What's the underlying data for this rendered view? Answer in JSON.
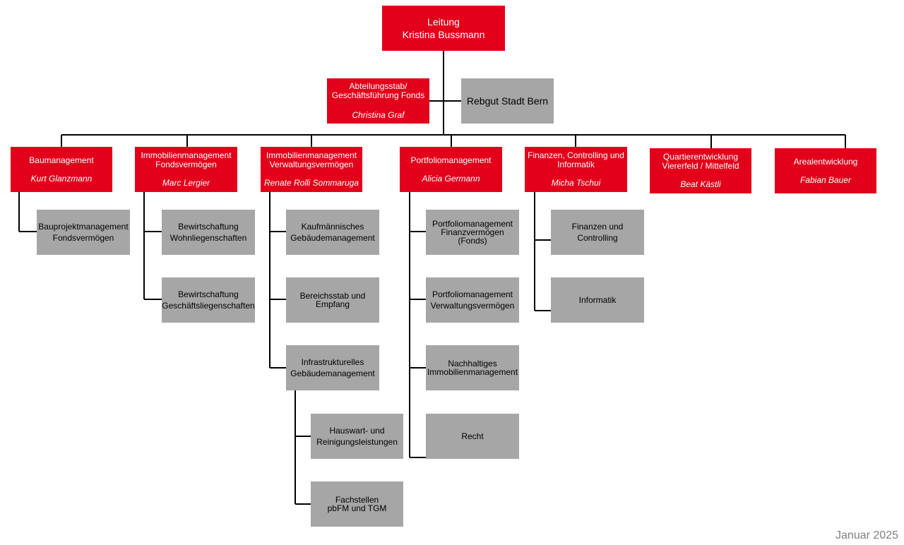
{
  "head": {
    "title": "Leitung",
    "name": "Kristina Bussmann"
  },
  "staff": {
    "title_line1": "Abteilungsstab/",
    "title_line2": "Geschäftsführung Fonds",
    "name": "Christina Graf"
  },
  "side_unit": {
    "title": "Rebgut Stadt Bern"
  },
  "departments": [
    {
      "title": "Baumanagement",
      "person": "Kurt Glanzmann"
    },
    {
      "title": "Immobilienmanagement Fondsvermögen",
      "person": "Marc Lergier"
    },
    {
      "title": "Immobilienmanagement Verwaltungsvermögen",
      "person": "Renate Rolli Sommaruga"
    },
    {
      "title": "Portfoliomanagement",
      "person": "Alicia Germann"
    },
    {
      "title": "Finanzen, Controlling und Informatik",
      "person": "Micha Tschui"
    },
    {
      "title": "Quartierentwicklung Viererfeld / Mittelfeld",
      "person": "Beat Kästli"
    },
    {
      "title": "Arealentwicklung",
      "person": "Fabian Bauer"
    }
  ],
  "units": {
    "bau_1": "Bauprojektmanagement Fondsvermögen",
    "fv_1": "Bewirtschaftung Wohnliegenschaften",
    "fv_2": "Bewirtschaftung Geschäftsliegenschaften",
    "vv_1": "Kaufmännisches Gebäudemanagement",
    "vv_2": "Bereichsstab und Empfang",
    "vv_3": "Infrastrukturelles Gebäudemanagement",
    "vv_3a": "Hauswart- und Reinigungsleistungen",
    "vv_3b": "Fachstellen pbFM und TGM",
    "pm_1": "Portfoliomanagement Finanzvermögen (Fonds)",
    "pm_2": "Portfoliomanagement Verwaltungsvermögen",
    "pm_3": "Nachhaltiges Immobilienmanagement",
    "pm_4": "Recht",
    "fci_1": "Finanzen und Controlling",
    "fci_2": "Informatik"
  },
  "footer": {
    "date": "Januar 2025"
  },
  "colors": {
    "red": "#e2001a",
    "gray": "#a6a6a6",
    "line": "#000000"
  }
}
